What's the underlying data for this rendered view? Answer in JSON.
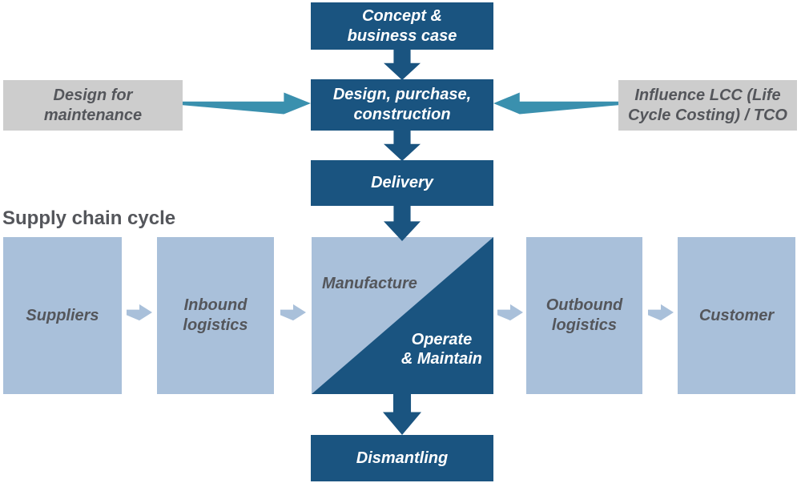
{
  "colors": {
    "dark_blue": "#1a5480",
    "light_blue": "#a9c0da",
    "gray": "#cdcdcd",
    "teal": "#3a90ae",
    "text_dark": "#54565b",
    "text_light": "#ffffff"
  },
  "diagram": {
    "section_title": "Supply chain cycle",
    "lifecycle": {
      "concept": "Concept &\nbusiness case",
      "design": "Design, purchase,\nconstruction",
      "delivery": "Delivery",
      "manufacture": "Manufacture",
      "operate_maintain": "Operate\n& Maintain",
      "dismantling": "Dismantling"
    },
    "side_notes": {
      "design_for_maintenance": "Design for\nmaintenance",
      "influence_lcc": "Influence LCC (Life\nCycle Costing) / TCO"
    },
    "supply_chain": {
      "suppliers": "Suppliers",
      "inbound": "Inbound\nlogistics",
      "outbound": "Outbound\nlogistics",
      "customer": "Customer"
    }
  }
}
